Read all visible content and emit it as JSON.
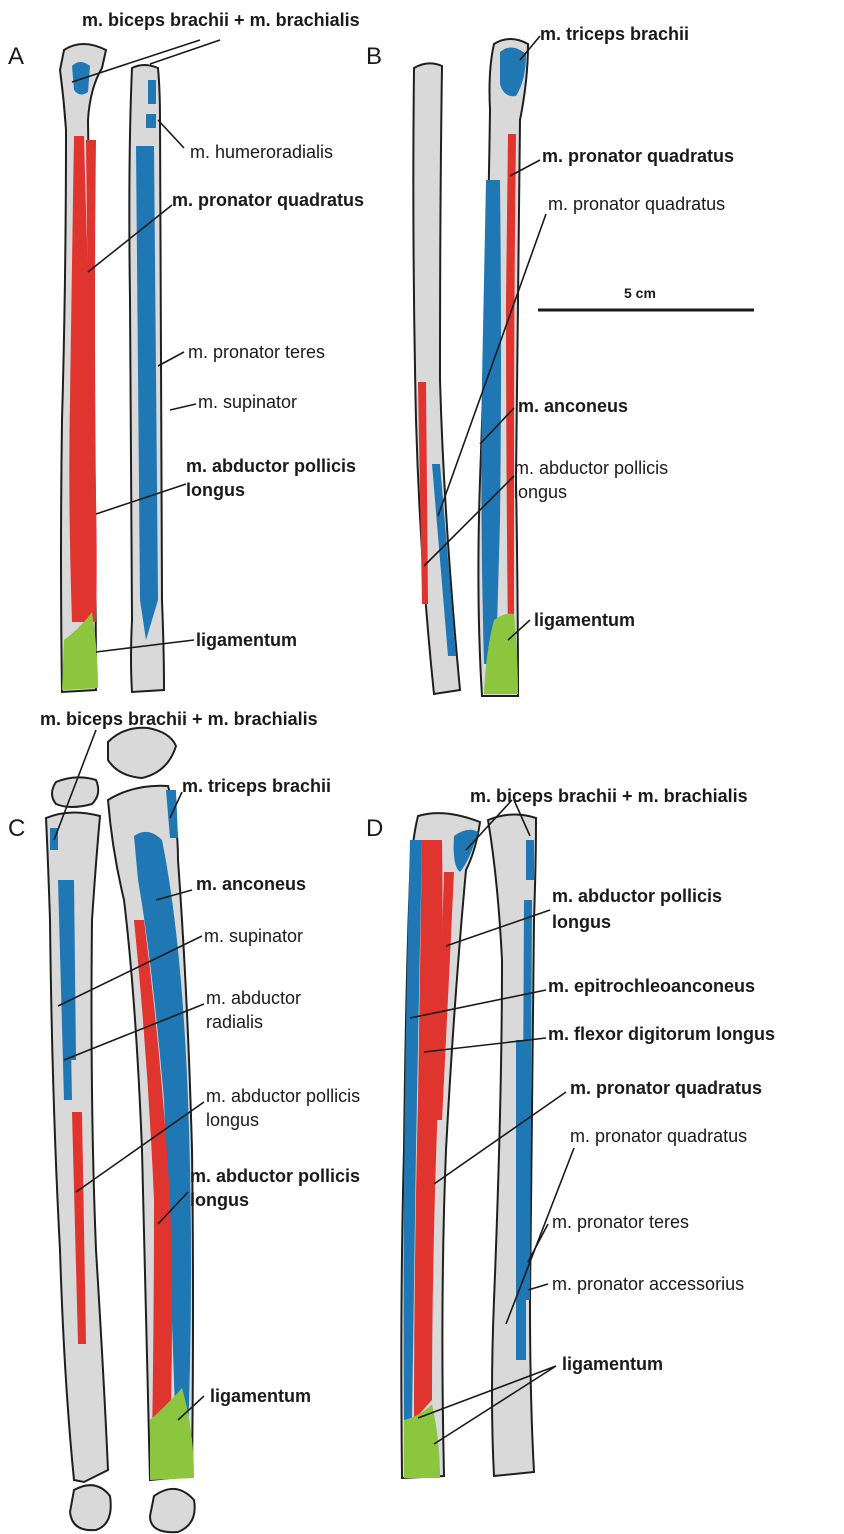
{
  "colors": {
    "bone": "#d9d9d9",
    "outline": "#1f1f1f",
    "blue": "#1f77b4",
    "red": "#e0342f",
    "green": "#8cc63f"
  },
  "scale_bar": "5 cm",
  "panels": {
    "A": {
      "letter": "A",
      "labels": {
        "biceps_brachialis": "m. biceps brachii + m. brachialis",
        "humeroradialis": "m. humeroradialis",
        "pronator_quadratus": "m. pronator quadratus",
        "pronator_teres": "m. pronator teres",
        "supinator": "m. supinator",
        "abductor_pollicis_1": "m. abductor pollicis",
        "abductor_pollicis_2": "longus",
        "ligamentum": "ligamentum"
      }
    },
    "B": {
      "letter": "B",
      "labels": {
        "triceps": "m. triceps brachii",
        "pronator_quadratus_bold": "m. pronator quadratus",
        "pronator_quadratus": "m. pronator quadratus",
        "anconeus": "m. anconeus",
        "abductor_pollicis_1": "m. abductor pollicis",
        "abductor_pollicis_2": "longus",
        "ligamentum": "ligamentum"
      }
    },
    "C": {
      "letter": "C",
      "labels": {
        "biceps_brachialis": "m. biceps brachii + m. brachialis",
        "triceps": "m. triceps brachii",
        "anconeus": "m. anconeus",
        "supinator": "m. supinator",
        "abductor_radialis_1": "m. abductor",
        "abductor_radialis_2": "radialis",
        "abductor_pollicis_1": "m. abductor pollicis",
        "abductor_pollicis_2": "longus",
        "abductor_pollicis_bold_1": "m. abductor pollicis",
        "abductor_pollicis_bold_2": "longus",
        "ligamentum": "ligamentum"
      }
    },
    "D": {
      "letter": "D",
      "labels": {
        "biceps_brachialis": "m. biceps brachii + m. brachialis",
        "abductor_pollicis_1": "m. abductor pollicis",
        "abductor_pollicis_2": "longus",
        "epitrochleoanconeus": "m. epitrochleoanconeus",
        "flexor_digitorum": "m. flexor digitorum longus",
        "pronator_quadratus_bold": "m. pronator quadratus",
        "pronator_quadratus": "m. pronator quadratus",
        "pronator_teres": "m. pronator teres",
        "pronator_accessorius": "m. pronator accessorius",
        "ligamentum": "ligamentum"
      }
    }
  }
}
